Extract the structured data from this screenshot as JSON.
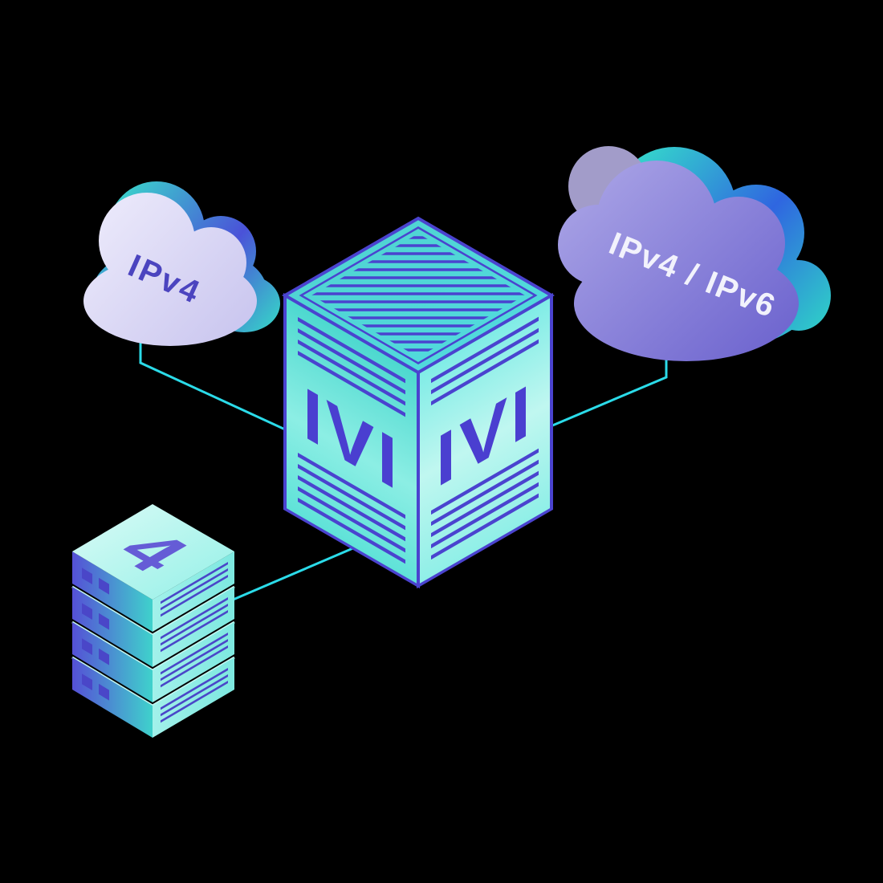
{
  "illustration": {
    "left_cloud": {
      "label": "IPv4"
    },
    "right_cloud": {
      "label": "IPv4 / IPv6"
    },
    "translator_cube": {
      "left_face_label": "IVI",
      "right_face_label": "IVI"
    },
    "server_stack": {
      "top_label": "4",
      "visible_units": 4
    },
    "colors": {
      "background": "#000000",
      "connector_line": "#2bdbe9",
      "outline_indigo": "#4a43cf",
      "teal_accent": "#35e8c9",
      "left_cloud_text": "#4b44bf",
      "right_cloud_text": "#f2f2fc",
      "cube_letter": "#4a3fd0",
      "stack_numeral": "#655cd6"
    }
  }
}
